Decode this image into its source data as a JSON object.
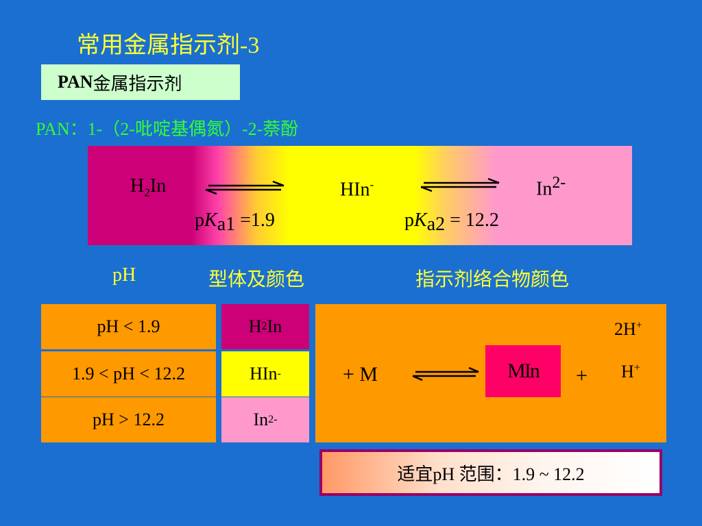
{
  "title": "常用金属指示剂-3",
  "subtitle": {
    "bold": "PAN",
    "rest": "金属指示剂"
  },
  "fullname": "PAN：1-（2-吡啶基偶氮）-2-萘酚",
  "equilibrium": {
    "h2in": {
      "base": "H",
      "sub": "2",
      "tail": "In"
    },
    "hin": {
      "base": "HIn",
      "sup": "-"
    },
    "in2": {
      "base": "In",
      "sup": "2-"
    },
    "pka1": {
      "p": "p",
      "k": "K",
      "sub": "a1",
      "rest": " =1.9"
    },
    "pka2": {
      "p": "p",
      "k": "K",
      "sub": "a2",
      "rest": " = 12.2"
    }
  },
  "headers": {
    "ph": "pH",
    "form": "型体及颜色",
    "complex": "指示剂络合物颜色"
  },
  "ph_rows": [
    "pH < 1.9",
    "1.9 < pH < 12.2",
    "pH > 12.2"
  ],
  "forms": [
    {
      "base": "H",
      "sub": "2",
      "tail": "In",
      "sup": "",
      "color": "#cc0077"
    },
    {
      "base": "HIn",
      "sub": "",
      "tail": "",
      "sup": "-",
      "color": "#ffff00"
    },
    {
      "base": "In",
      "sub": "",
      "tail": "",
      "sup": "2-",
      "color": "#ff99cc"
    }
  ],
  "complex": {
    "plus_m": "+  M",
    "min": "MIn",
    "plus": "+",
    "h2": {
      "base": "2H",
      "sup": "+"
    },
    "h1": {
      "base": "H",
      "sup": "+"
    }
  },
  "range": "适宜pH 范围：1.9 ~ 12.2",
  "colors": {
    "background": "#1b6fd0",
    "title": "#ffff33",
    "fullname": "#33ff33",
    "min_box": "#ff0066"
  }
}
